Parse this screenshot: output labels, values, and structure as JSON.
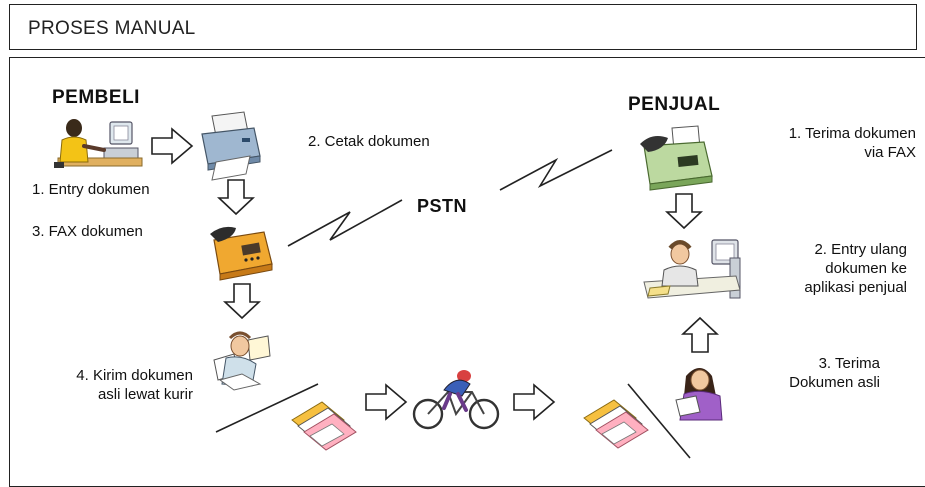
{
  "title": "PROSES MANUAL",
  "buyer": {
    "header": "PEMBELI",
    "step1": "1. Entry dokumen",
    "step2": "2. Cetak dokumen",
    "step3": "3. FAX dokumen",
    "step4_line1": "4. Kirim dokumen",
    "step4_line2": "asli lewat kurir"
  },
  "network": {
    "label": "PSTN"
  },
  "seller": {
    "header": "PENJUAL",
    "step1_line1": "1. Terima dokumen",
    "step1_line2": "via FAX",
    "step2_line1": "2. Entry ulang",
    "step2_line2": "dokumen ke",
    "step2_line3": "aplikasi penjual",
    "step3_line1": "3. Terima",
    "step3_line2": "Dokumen asli"
  },
  "icons": [
    "person-at-computer-icon",
    "printer-icon",
    "fax-machine-icon",
    "stressed-person-icon",
    "documents-icon",
    "cyclist-icon",
    "receptionist-at-computer-icon",
    "woman-reading-icon"
  ],
  "colors": {
    "border": "#222222",
    "arrow_fill": "#ffffff",
    "arrow_stroke": "#222222"
  }
}
